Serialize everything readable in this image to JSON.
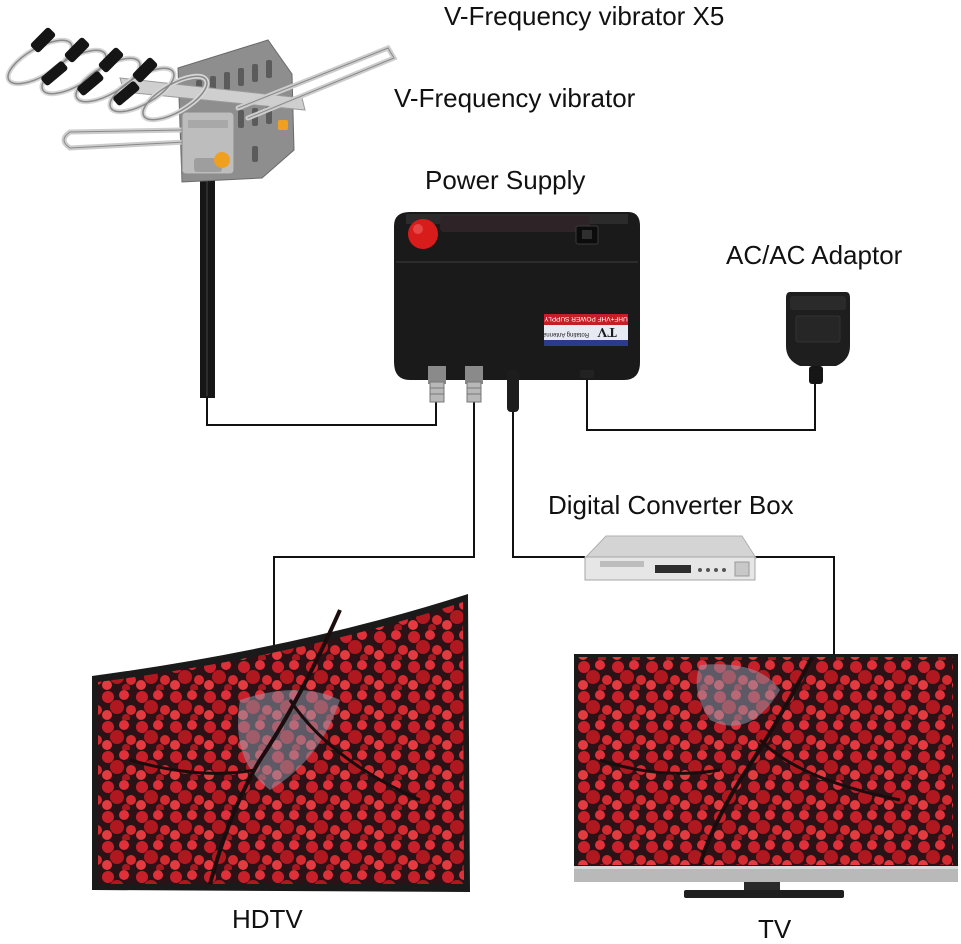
{
  "labels": {
    "vibrator_x5": "V-Frequency vibrator X5",
    "vibrator": "V-Frequency vibrator",
    "power_supply": "Power Supply",
    "adaptor": "AC/AC Adaptor",
    "converter": "Digital Converter Box",
    "hdtv": "HDTV",
    "tv": "TV"
  },
  "power_supply_badge": {
    "brand": "TV",
    "line1": "UHF+VHF POWER SUPPLY",
    "line2": "Rotating Antenna"
  },
  "colors": {
    "wire": "#111111",
    "device_body": "#1a1a1a",
    "power_button": "#d81c1c",
    "leaf_red": "#c8202a",
    "screen_dark": "#1e1012"
  },
  "icons": {
    "antenna": "outdoor-antenna-icon",
    "power_supply": "power-supply-box-icon",
    "adaptor": "wall-plug-adaptor-icon",
    "converter": "set-top-box-icon",
    "hdtv": "curved-tv-icon",
    "tv": "flat-tv-icon"
  }
}
